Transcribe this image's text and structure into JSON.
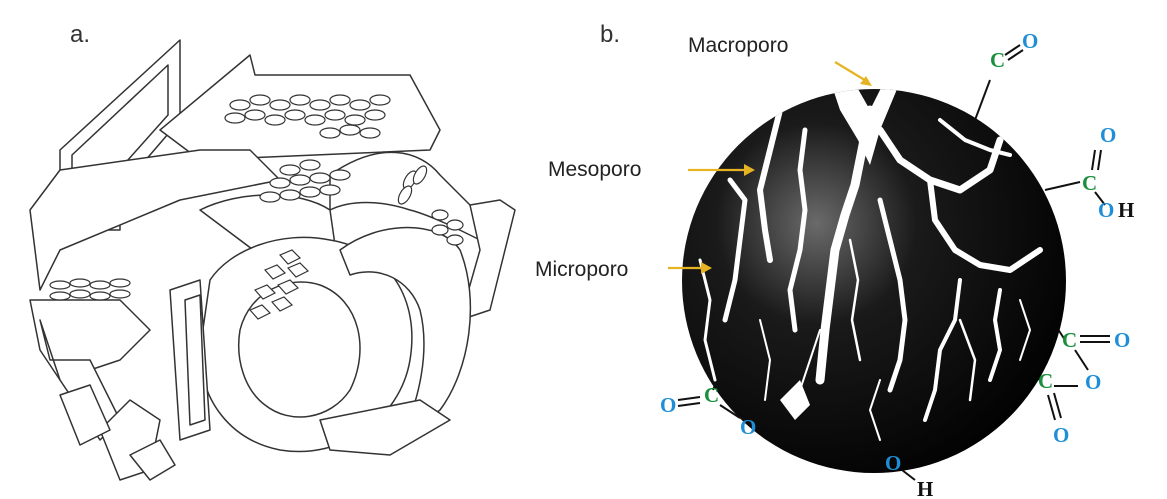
{
  "panels": {
    "a": {
      "label": "a."
    },
    "b": {
      "label": "b.",
      "pore_labels": {
        "macro": "Macroporo",
        "meso": "Mesoporo",
        "micro": "Microporo"
      }
    }
  },
  "atoms": {
    "carbon": "C",
    "oxygen": "O",
    "hydrogen": "H"
  },
  "colors": {
    "carbon": "#1a8f3c",
    "oxygen": "#1e8fd6",
    "hydrogen": "#111111",
    "arrow": "#e6b422",
    "particle": "#000000"
  }
}
